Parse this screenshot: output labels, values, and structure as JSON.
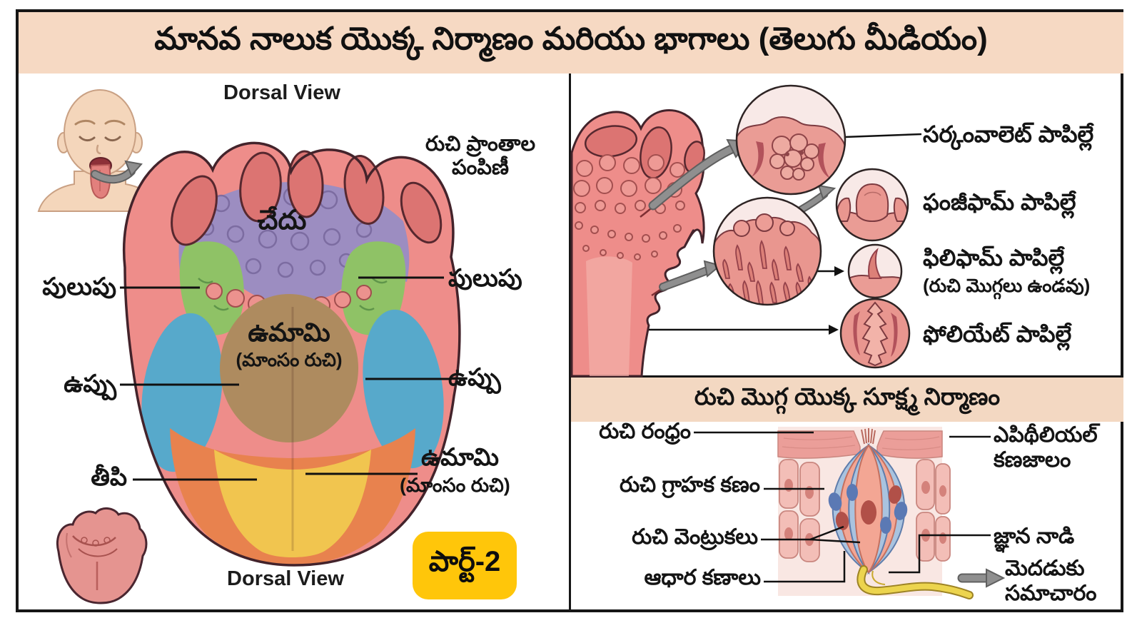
{
  "title": "మానవ నాలుక యొక్క నిర్మాణం మరియు భాగాలు (తెలుగు మీడియం)",
  "left_panel": {
    "view_label_top": "Dorsal View",
    "view_label_bottom": "Dorsal View",
    "distribution_line1": "రుచి ప్రాంతాల",
    "distribution_line2": "పంపిణీ",
    "bitter": "చేదు",
    "sour_left": "పులుపు",
    "sour_right": "పులుపు",
    "salt_left": "ఉప్పు",
    "salt_right": "ఉప్పు",
    "sweet": "తీపి",
    "umami_center": "ఉమామి",
    "umami_center_sub": "(మాంసం రుచి)",
    "umami_right": "ఉమామి",
    "umami_right_sub": "(మాంసం రుచి)",
    "badge": "పార్ట్-2"
  },
  "papillae_panel": {
    "labels": [
      {
        "name": "సర్కంవాలెట్ పాపిల్లే"
      },
      {
        "name": "ఫంజీఫామ్ పాపిల్లే"
      },
      {
        "name": "ఫిలిఫామ్ పాపిల్లే",
        "sub": "(రుచి మొగ్గలు ఉండవు)"
      },
      {
        "name": "ఫోలియేట్ పాపిల్లే"
      }
    ]
  },
  "taste_bud_panel": {
    "header": "రుచి మొగ్గ యొక్క సూక్ష్మ నిర్మాణం",
    "pore": "రుచి రంధ్రం",
    "receptor": "రుచి గ్రాహక కణం",
    "hairs": "రుచి వెంట్రుకలు",
    "basal": "ఆధార కణాలు",
    "epithelial_line1": "ఎపిథీలియల్",
    "epithelial_line2": "కణజాలం",
    "nerve": "జ్ఞాన నాడి",
    "brain_line1": "మెదడుకు",
    "brain_line2": "సమాచారం"
  },
  "colors": {
    "title_band": "#f6d9c3",
    "header_band": "#f3d8c2",
    "badge_bg": "#ffc60a",
    "tongue": "#ee8d8a",
    "bitter_region": "#9c8dc1",
    "sour_region": "#8fc266",
    "salt_region": "#57a9cb",
    "sweet_region": "#f1c54f",
    "umami_region": "#ae8b5f",
    "orange_region": "#e8824e",
    "nerve_yellow": "#ecd44e",
    "cell_blue": "#a9c3df",
    "cell_salmon": "#f3a694"
  }
}
